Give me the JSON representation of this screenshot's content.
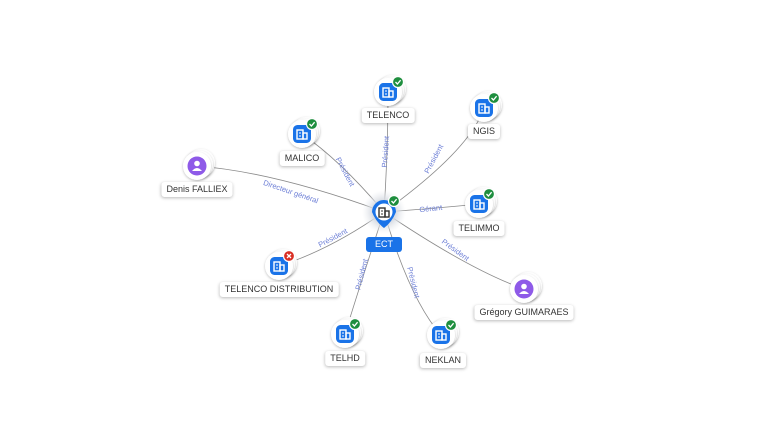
{
  "center": {
    "name": "ECT",
    "status": "active"
  },
  "nodes": [
    {
      "id": "telenco",
      "name": "TELENCO",
      "kind": "company",
      "status": "active",
      "relation": "Président"
    },
    {
      "id": "ngis",
      "name": "NGIS",
      "kind": "company",
      "status": "active",
      "relation": "Président"
    },
    {
      "id": "malico",
      "name": "MALICO",
      "kind": "company",
      "status": "active",
      "relation": "Président"
    },
    {
      "id": "denis",
      "name": "Denis FALLIEX",
      "kind": "person",
      "relation": "Directeur général"
    },
    {
      "id": "telimmo",
      "name": "TELIMMO",
      "kind": "company",
      "status": "active",
      "relation": "Gérant"
    },
    {
      "id": "gregory",
      "name": "Grégory GUIMARAES",
      "kind": "person",
      "relation": "Président"
    },
    {
      "id": "telenco-dist",
      "name": "TELENCO DISTRIBUTION",
      "kind": "company",
      "status": "closed",
      "relation": "Président"
    },
    {
      "id": "telhd",
      "name": "TELHD",
      "kind": "company",
      "status": "active",
      "relation": "Président"
    },
    {
      "id": "neklan",
      "name": "NEKLAN",
      "kind": "company",
      "status": "active",
      "relation": "Président"
    }
  ],
  "colors": {
    "company": "#1a73e8",
    "person": "#8e5ae8",
    "active_badge": "#1e8e3e",
    "closed_badge": "#d93025",
    "edge": "#8a8a8a",
    "edge_label": "#6d7fd6"
  }
}
